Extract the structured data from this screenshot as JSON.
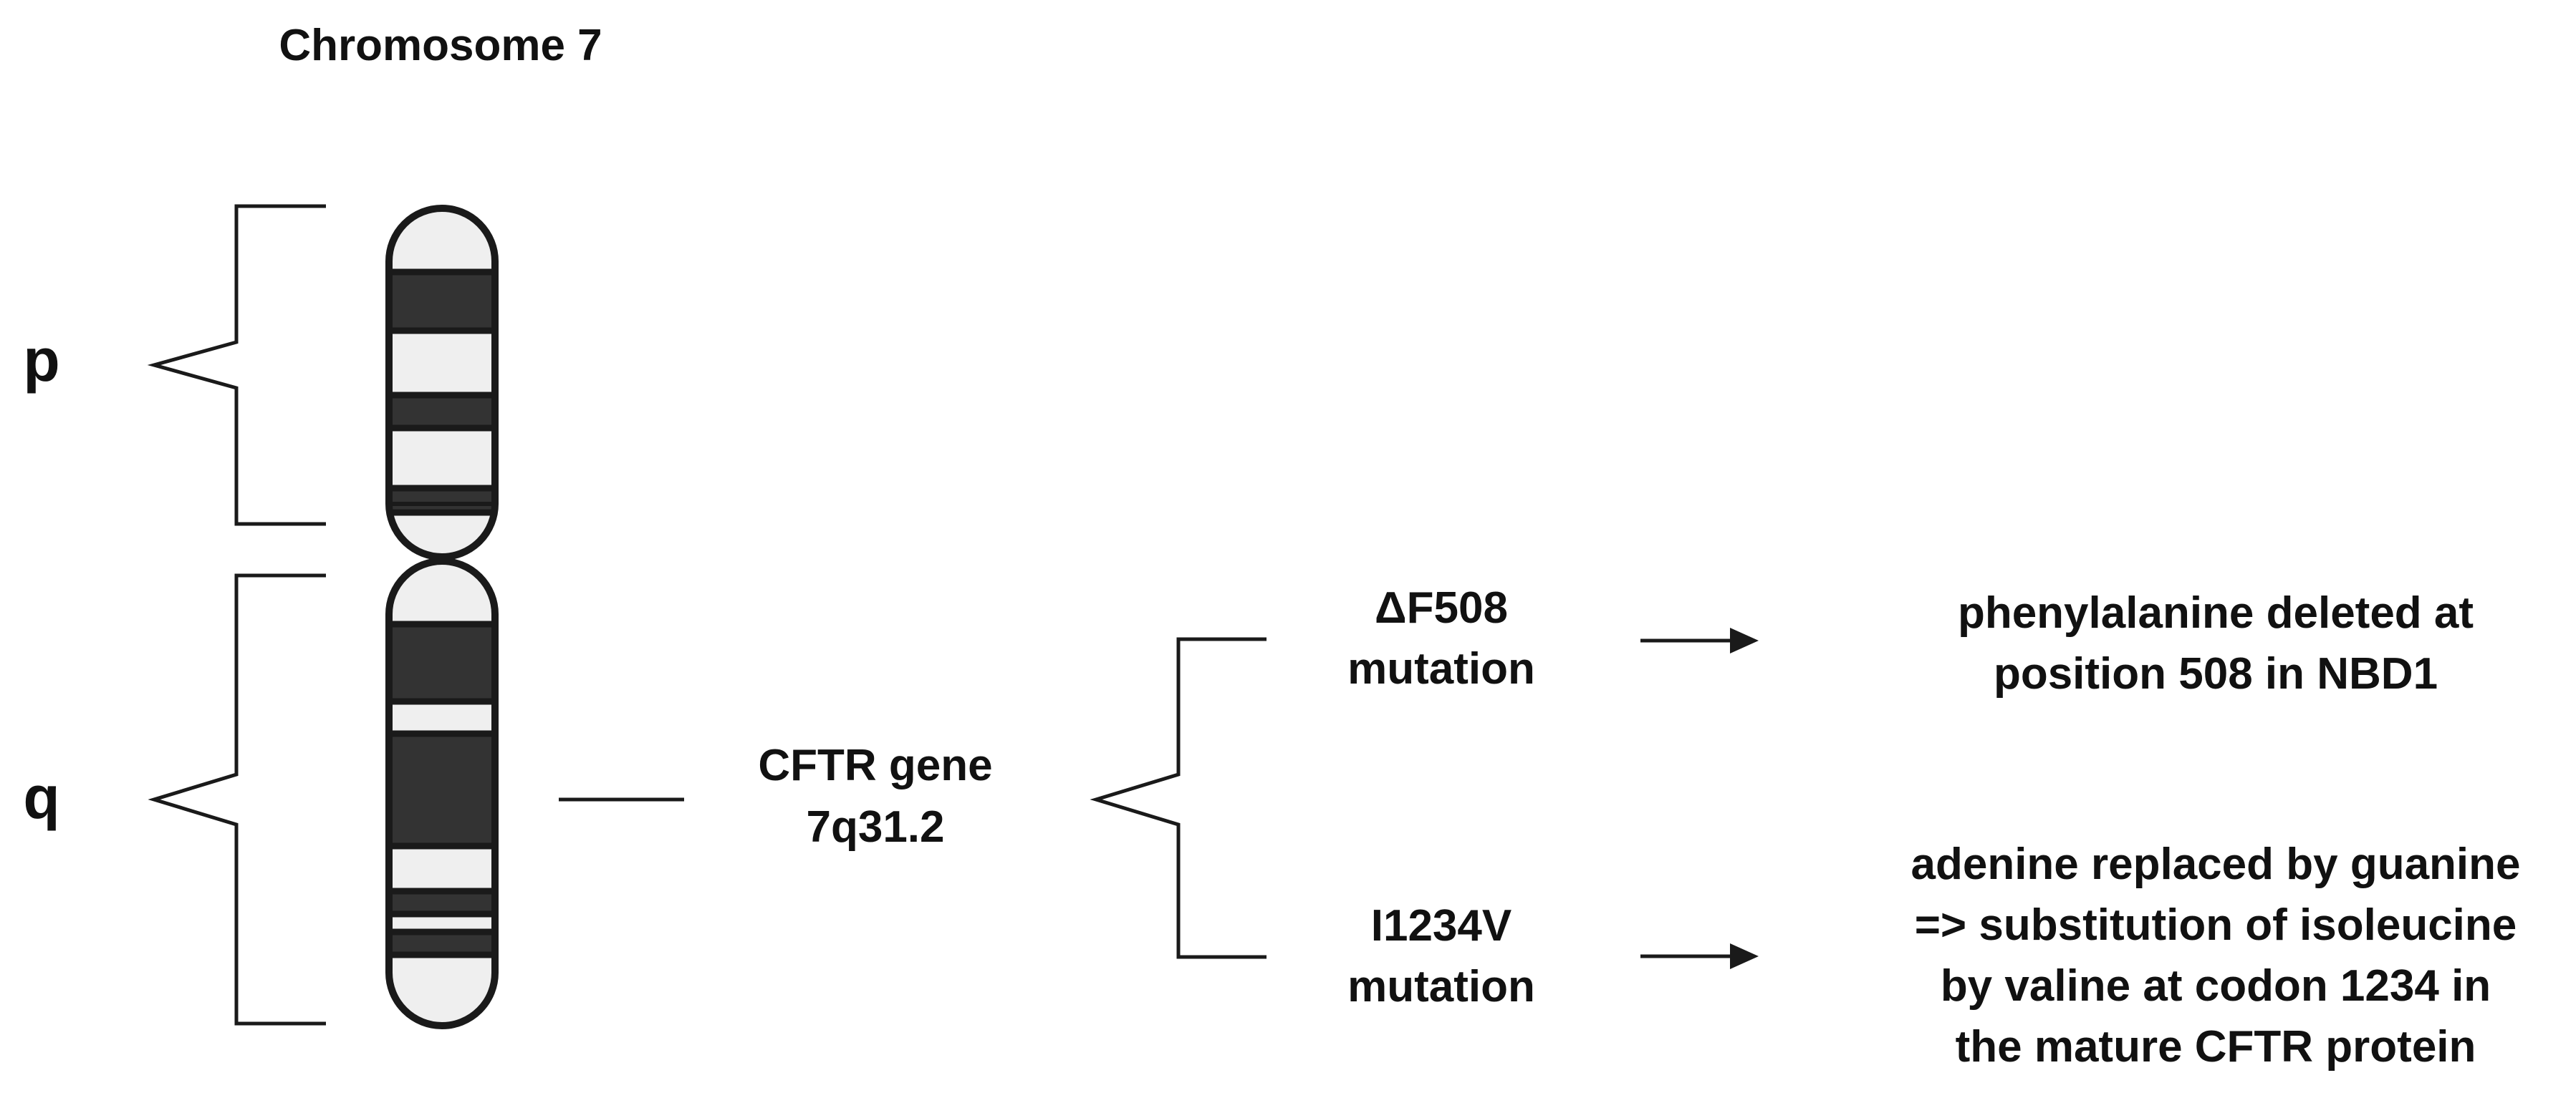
{
  "title": "Chromosome 7",
  "arms": {
    "p": "p",
    "q": "q"
  },
  "gene": {
    "line1": "CFTR gene",
    "line2": "7q31.2"
  },
  "mutations": [
    {
      "name_line1": "ΔF508",
      "name_line2": "mutation",
      "effect_lines": [
        "phenylalanine deleted at",
        "position 508 in NBD1"
      ]
    },
    {
      "name_line1": "I1234V",
      "name_line2": "mutation",
      "effect_lines": [
        "adenine replaced by guanine",
        "=> substitution of isoleucine",
        "by valine at codon 1234 in",
        "the mature CFTR protein"
      ]
    }
  ],
  "colors": {
    "outline": "#1a1a1a",
    "light_band": "#efefef",
    "dark_band": "#333333",
    "text": "#111111"
  }
}
